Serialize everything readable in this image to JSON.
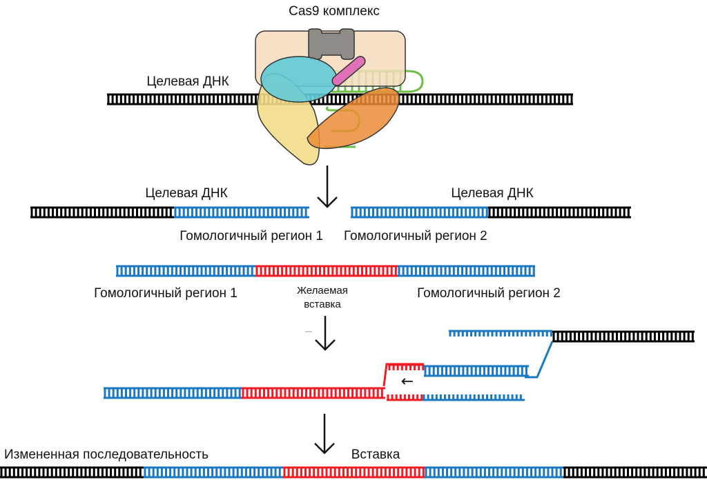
{
  "title": "Cas9 комплекс",
  "colors": {
    "target_dna": "#000000",
    "homology": "#1a78c2",
    "insert": "#ee1c25",
    "guide_rna": "#6cbf44",
    "cas9_lobe": "#f4dcbc",
    "cas9_cyan": "#63cbd6",
    "cas9_yellow": "#f2dd8a",
    "cas9_orange": "#ec8c36",
    "cas9_pink": "#e070b8",
    "cas9_gray": "#8f8c88"
  },
  "step1": {
    "target_dna_label": "Целевая ДНК",
    "complex_label": "Cas9 комплекс"
  },
  "step2": {
    "left_target_label": "Целевая ДНК",
    "right_target_label": "Целевая ДНК",
    "left_homology_label": "Гомологичный регион 1",
    "right_homology_label": "Гомологичный регион 2"
  },
  "step3": {
    "homology1_label": "Гомологичный регион 1",
    "homology2_label": "Гомологичный регион 2",
    "insert_label_line1": "Желаемая",
    "insert_label_line2": "вставка"
  },
  "step4": {
    "direction_arrow": "←"
  },
  "step5": {
    "modified_label": "Измененная последовательность",
    "insert_label": "Вставка"
  }
}
